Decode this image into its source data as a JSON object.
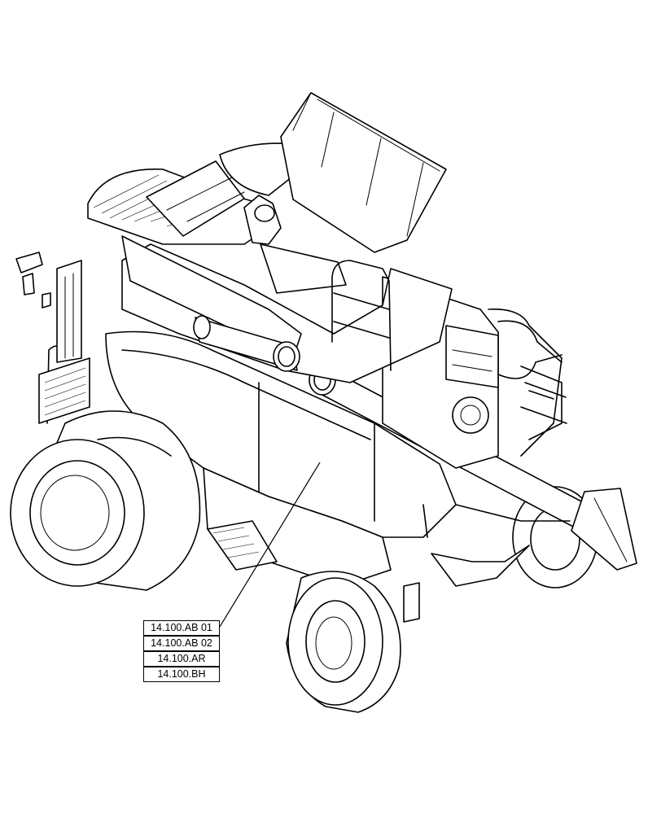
{
  "callouts": [
    "14.100.AB 01",
    "14.100.AB 02",
    "14.100.AR",
    "14.100.BH"
  ],
  "colors": {
    "line": "#000000",
    "background": "#ffffff"
  }
}
